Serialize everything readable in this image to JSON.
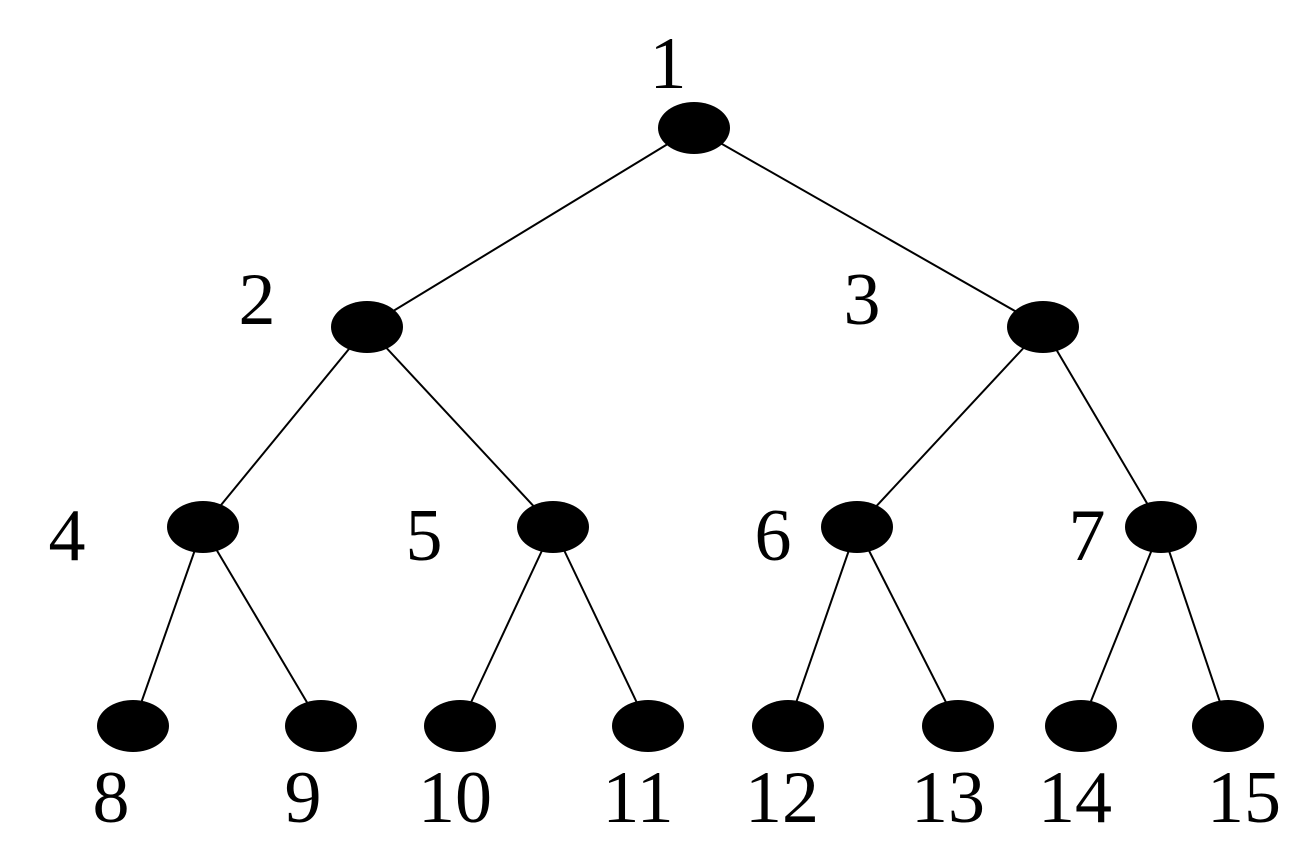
{
  "diagram": {
    "type": "binary-tree",
    "colors": {
      "node": "#000000",
      "edge": "#000000",
      "label": "#000000",
      "background": "#ffffff"
    },
    "nodes": [
      {
        "id": "1",
        "label": "1"
      },
      {
        "id": "2",
        "label": "2"
      },
      {
        "id": "3",
        "label": "3"
      },
      {
        "id": "4",
        "label": "4"
      },
      {
        "id": "5",
        "label": "5"
      },
      {
        "id": "6",
        "label": "6"
      },
      {
        "id": "7",
        "label": "7"
      },
      {
        "id": "8",
        "label": "8"
      },
      {
        "id": "9",
        "label": "9"
      },
      {
        "id": "10",
        "label": "10"
      },
      {
        "id": "11",
        "label": "11"
      },
      {
        "id": "12",
        "label": "12"
      },
      {
        "id": "13",
        "label": "13"
      },
      {
        "id": "14",
        "label": "14"
      },
      {
        "id": "15",
        "label": "15"
      }
    ],
    "edges": [
      {
        "from": "1",
        "to": "2"
      },
      {
        "from": "1",
        "to": "3"
      },
      {
        "from": "2",
        "to": "4"
      },
      {
        "from": "2",
        "to": "5"
      },
      {
        "from": "3",
        "to": "6"
      },
      {
        "from": "3",
        "to": "7"
      },
      {
        "from": "4",
        "to": "8"
      },
      {
        "from": "4",
        "to": "9"
      },
      {
        "from": "5",
        "to": "10"
      },
      {
        "from": "5",
        "to": "11"
      },
      {
        "from": "6",
        "to": "12"
      },
      {
        "from": "6",
        "to": "13"
      },
      {
        "from": "7",
        "to": "14"
      },
      {
        "from": "7",
        "to": "15"
      }
    ]
  }
}
